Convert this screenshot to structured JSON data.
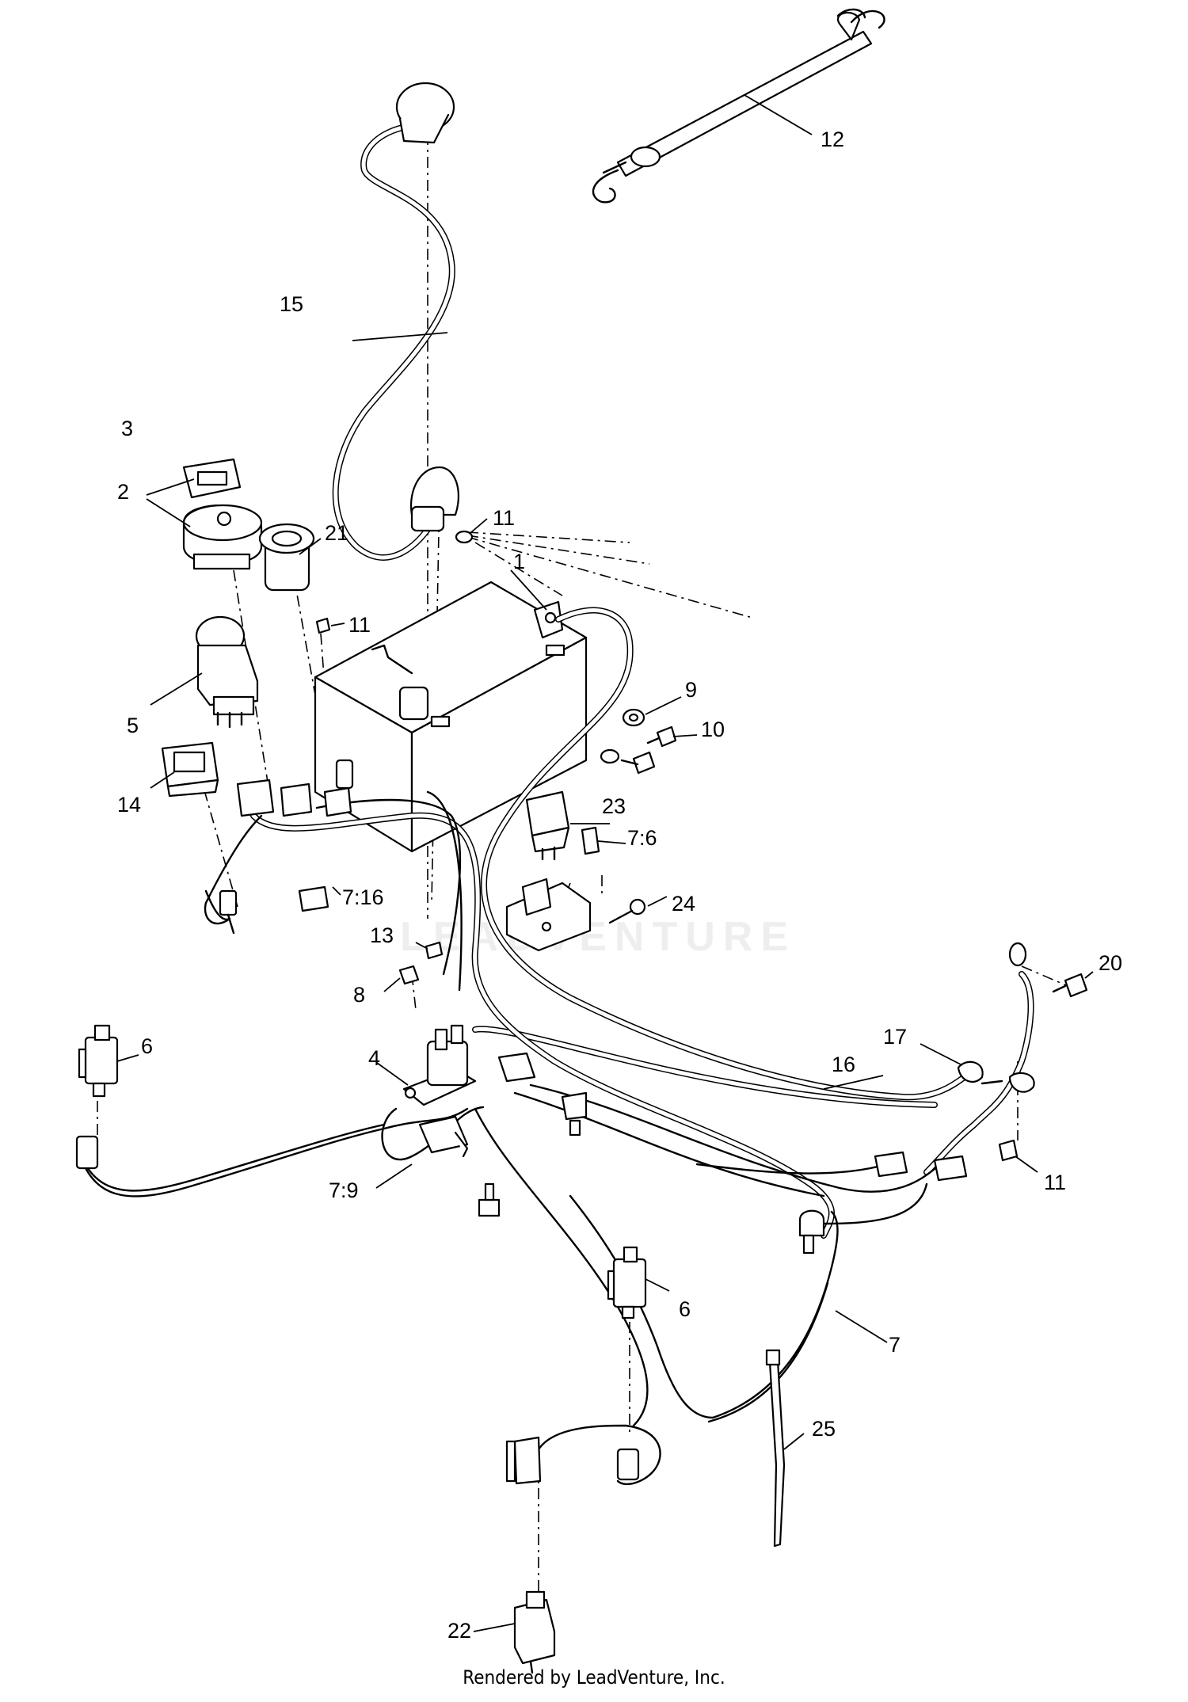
{
  "diagram": {
    "callouts": [
      {
        "id": "c1",
        "text": "1"
      },
      {
        "id": "c2",
        "text": "2"
      },
      {
        "id": "c3",
        "text": "3"
      },
      {
        "id": "c4",
        "text": "4"
      },
      {
        "id": "c5",
        "text": "5"
      },
      {
        "id": "c6a",
        "text": "6"
      },
      {
        "id": "c6b",
        "text": "6"
      },
      {
        "id": "c7",
        "text": "7"
      },
      {
        "id": "c7-6",
        "text": "7:6"
      },
      {
        "id": "c7-9",
        "text": "7:9"
      },
      {
        "id": "c7-16",
        "text": "7:16"
      },
      {
        "id": "c8",
        "text": "8"
      },
      {
        "id": "c9",
        "text": "9"
      },
      {
        "id": "c10",
        "text": "10"
      },
      {
        "id": "c11a",
        "text": "11"
      },
      {
        "id": "c11b",
        "text": "11"
      },
      {
        "id": "c11c",
        "text": "11"
      },
      {
        "id": "c12",
        "text": "12"
      },
      {
        "id": "c13",
        "text": "13"
      },
      {
        "id": "c14",
        "text": "14"
      },
      {
        "id": "c15",
        "text": "15"
      },
      {
        "id": "c16",
        "text": "16"
      },
      {
        "id": "c17",
        "text": "17"
      },
      {
        "id": "c20",
        "text": "20"
      },
      {
        "id": "c21",
        "text": "21"
      },
      {
        "id": "c22",
        "text": "22"
      },
      {
        "id": "c23",
        "text": "23"
      },
      {
        "id": "c24",
        "text": "24"
      },
      {
        "id": "c25",
        "text": "25"
      }
    ],
    "watermark": "LEADVENTURE"
  },
  "footer": {
    "text": "Rendered by LeadVenture, Inc."
  }
}
